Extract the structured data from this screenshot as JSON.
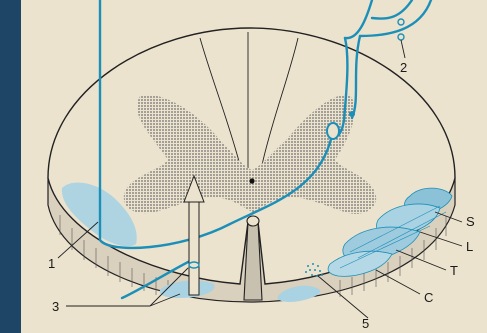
{
  "figure": {
    "labels": [
      {
        "id": "l1",
        "text": "1"
      },
      {
        "id": "l2",
        "text": "2"
      },
      {
        "id": "l3",
        "text": "3"
      },
      {
        "id": "l5",
        "text": "5"
      },
      {
        "id": "lS",
        "text": "S"
      },
      {
        "id": "lL",
        "text": "L"
      },
      {
        "id": "lT",
        "text": "T"
      },
      {
        "id": "lC",
        "text": "C"
      }
    ]
  },
  "colors": {
    "frame": "#1f4566",
    "paper": "#ece3cf",
    "pathway": "#1c8fb8",
    "tract_fill": "#a9d2e2",
    "grey_matter": "#8f8f8f",
    "outline": "#222222"
  }
}
